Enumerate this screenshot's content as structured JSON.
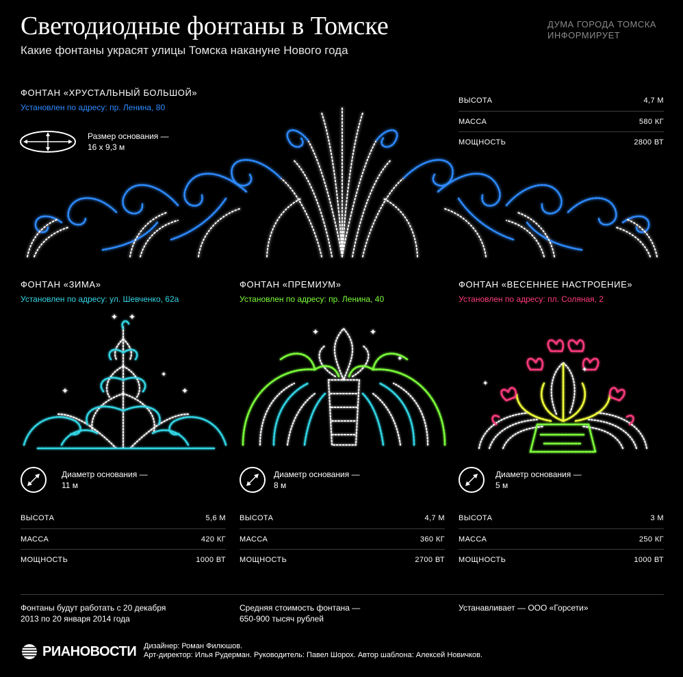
{
  "header": {
    "title": "Светодиодные фонтаны в Томске",
    "subtitle": "Какие фонтаны украсят улицы Томска накануне Нового года",
    "publisher_line1": "ДУМА ГОРОДА ТОМСКА",
    "publisher_line2": "ИНФОРМИРУЕТ"
  },
  "colors": {
    "blue": "#2e8bff",
    "cyan": "#33d6e6",
    "green": "#7dff3a",
    "pink": "#ff3b7f",
    "yellow": "#f2ff3a",
    "white": "#ffffff"
  },
  "fountains": {
    "big": {
      "name": "ФОНТАН «ХРУСТАЛЬНЫЙ БОЛЬШОЙ»",
      "address": "Установлен по адресу: пр. Ленина, 80",
      "address_color": "#2e8bff",
      "dim_line1": "Размер основания —",
      "dim_line2": "16 х 9,3 м",
      "icon": "ellipse-size-icon",
      "stats": [
        {
          "label": "ВЫСОТА",
          "value": "4,7 М"
        },
        {
          "label": "МАССА",
          "value": "580 КГ"
        },
        {
          "label": "МОЩНОСТЬ",
          "value": "2800 ВТ"
        }
      ]
    },
    "zima": {
      "name": "ФОНТАН «ЗИМА»",
      "address": "Установлен по адресу: ул. Шевченко, 62а",
      "address_color": "#33d6e6",
      "dim_line1": "Диаметр основания —",
      "dim_line2": "11 м",
      "icon": "diameter-icon",
      "stats": [
        {
          "label": "ВЫСОТА",
          "value": "5,6 М"
        },
        {
          "label": "МАССА",
          "value": "420 КГ"
        },
        {
          "label": "МОЩНОСТЬ",
          "value": "1000 ВТ"
        }
      ]
    },
    "premium": {
      "name": "ФОНТАН «ПРЕМИУМ»",
      "address": "Установлен по адресу: пр. Ленина, 40",
      "address_color": "#7dff3a",
      "dim_line1": "Диаметр основания —",
      "dim_line2": "8 м",
      "icon": "diameter-icon",
      "stats": [
        {
          "label": "ВЫСОТА",
          "value": "4,7 М"
        },
        {
          "label": "МАССА",
          "value": "360 КГ"
        },
        {
          "label": "МОЩНОСТЬ",
          "value": "2700 ВТ"
        }
      ]
    },
    "spring": {
      "name": "ФОНТАН «ВЕСЕННЕЕ НАСТРОЕНИЕ»",
      "address": "Установлен по адресу: пл. Соляная, 2",
      "address_color": "#ff3b7f",
      "dim_line1": "Диаметр основания —",
      "dim_line2": "5 м",
      "icon": "diameter-icon",
      "stats": [
        {
          "label": "ВЫСОТА",
          "value": "3 М"
        },
        {
          "label": "МАССА",
          "value": "250 КГ"
        },
        {
          "label": "МОЩНОСТЬ",
          "value": "1000 ВТ"
        }
      ]
    }
  },
  "footer": {
    "work_line1": "Фонтаны будут работать с 20 декабря",
    "work_line2": "2013 по 20 января 2014 года",
    "cost_line1": "Средняя стоимость фонтана —",
    "cost_line2": "650-900 тысяч рублей",
    "installer": "Устанавливает — ООО «Горсети»"
  },
  "credits": {
    "logo": "РИАНОВОСТИ",
    "line1": "Дизайнер: Роман Филюшов.",
    "line2": "Арт-директор: Илья Рудерман. Руководитель: Павел Шорох. Автор шаблона: Алексей Новичков."
  }
}
